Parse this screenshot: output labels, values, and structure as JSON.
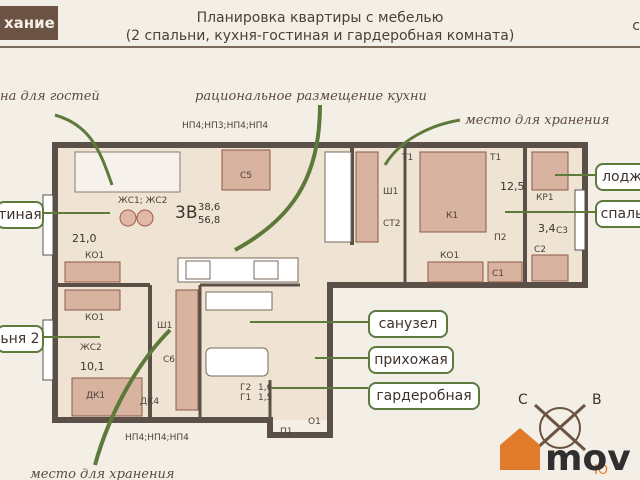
{
  "header": {
    "brand": "хание",
    "title_line1": "Планировка квартиры с мебелью",
    "title_line2": "(2 спальни, кухня-гостиная и гардеробная комната)",
    "right_fragment": "с"
  },
  "annotations": {
    "guests": "на для гостей",
    "kitchen": "рациональное размещение кухни",
    "storage_top": "место для хранения",
    "storage_bottom": "место для хранения"
  },
  "callouts": {
    "living": "тиная",
    "bedroom2": "ьня 2",
    "loggia": "лодж",
    "bedroom": "спаль",
    "bathroom": "санузел",
    "hallway": "прихожая",
    "wardrobe": "гардеробная"
  },
  "plan": {
    "apt_type": "3В",
    "area_1": "38,6",
    "area_2": "56,8",
    "living_area": "21,0",
    "bedroom2_area": "10,1",
    "bedroom_area": "12,5",
    "loggia_area": "3,4",
    "top_code": "НП4;НП3;НП4;НП4",
    "bottom_code": "НП4;НП4;НП4",
    "items": {
      "zh_c1c2": "ЖС1; ЖС2",
      "c5": "С5",
      "ko1_a": "КО1",
      "ko1_b": "КО1",
      "ko1_c": "КО1",
      "zh_c2": "ЖС2",
      "dk1": "ДК1",
      "dk4": "ДК4",
      "sh1_a": "Ш1",
      "sh1_b": "Ш1",
      "c6": "С6",
      "ct2": "СТ2",
      "t1_a": "Т1",
      "t1_b": "Т1",
      "k1": "К1",
      "p2": "П2",
      "c1": "С1",
      "kp1": "КР1",
      "c2": "С2",
      "c3": "С3",
      "g2": "Г2",
      "g1": "Г1",
      "v16": "1,6",
      "v15": "1,5",
      "o1": "О1",
      "p1": "П1"
    }
  },
  "compass": {
    "n": "С",
    "e": "В",
    "s": "Ю"
  },
  "watermark": "mov"
}
